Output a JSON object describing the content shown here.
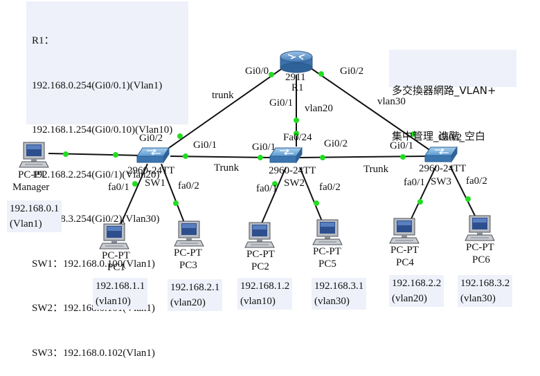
{
  "r1_box": {
    "lines": [
      "R1：",
      "192.168.0.254(Gi0/0.1)(Vlan1)",
      "192.168.1.254(Gi0/0.10)(Vlan10)",
      "192.168.2.254(Gi0/1)(Vlan20)",
      "192.168.3.254(Gi0/2)(Vlan30)",
      "SW1：192.168.0.100(Vlan1)",
      "SW2：192.168.0.101(Vlan1)",
      "SW3：192.168.0.102(Vlan1)"
    ]
  },
  "title_box": {
    "line1": "多交換器網路_VLAN+",
    "line2": "集中管理_進階_空白"
  },
  "router": {
    "model": "2911",
    "name": "R1",
    "icon": "router-icon"
  },
  "switches": [
    {
      "model": "2960-24TT",
      "name": "SW1",
      "icon": "switch-icon"
    },
    {
      "model": "2960-24TT",
      "name": "SW2",
      "icon": "switch-icon"
    },
    {
      "model": "2960-24TT",
      "name": "SW3",
      "icon": "switch-icon"
    }
  ],
  "manager": {
    "type": "PC-PT",
    "name": "Manager",
    "ip": "192.168.0.1",
    "vlan": "(Vlan1)",
    "icon": "pc-icon"
  },
  "pcs": [
    {
      "type": "PC-PT",
      "name": "PC1",
      "ip": "192.168.1.1",
      "vlan": "(vlan10)"
    },
    {
      "type": "PC-PT",
      "name": "PC3",
      "ip": "192.168.2.1",
      "vlan": "(vlan20)"
    },
    {
      "type": "PC-PT",
      "name": "PC2",
      "ip": "192.168.1.2",
      "vlan": "(vlan10)"
    },
    {
      "type": "PC-PT",
      "name": "PC5",
      "ip": "192.168.3.1",
      "vlan": "(vlan30)"
    },
    {
      "type": "PC-PT",
      "name": "PC4",
      "ip": "192.168.2.2",
      "vlan": "(vlan20)"
    },
    {
      "type": "PC-PT",
      "name": "PC6",
      "ip": "192.168.3.2",
      "vlan": "(vlan30)"
    }
  ],
  "link_labels": {
    "r1_gi00": "Gi0/0",
    "r1_gi01": "Gi0/1",
    "r1_gi02": "Gi0/2",
    "trunk_r1_sw1": "trunk",
    "vlan20_link": "vlan20",
    "vlan30_link": "vlan30",
    "sw1_gi02": "Gi0/2",
    "sw1_gi01": "Gi0/1",
    "sw2_gi01": "Gi0/1",
    "sw2_fa024": "Fa0/24",
    "sw2_gi02": "Gi0/2",
    "sw3_gi01": "Gi0/1",
    "sw3_gi02": "Gi0/2",
    "trunk_sw1_sw2": "Trunk",
    "trunk_sw2_sw3": "Trunk",
    "sw1_fa01": "fa0/1",
    "sw1_fa02": "fa0/2",
    "sw2_fa01": "fa0/1",
    "sw2_fa02": "fa0/2",
    "sw3_fa01": "fa0/1",
    "sw3_fa02": "fa0/2"
  },
  "colors": {
    "link": "#111111",
    "port_up": "#22dd22",
    "box_bg": "#eef1f9"
  }
}
